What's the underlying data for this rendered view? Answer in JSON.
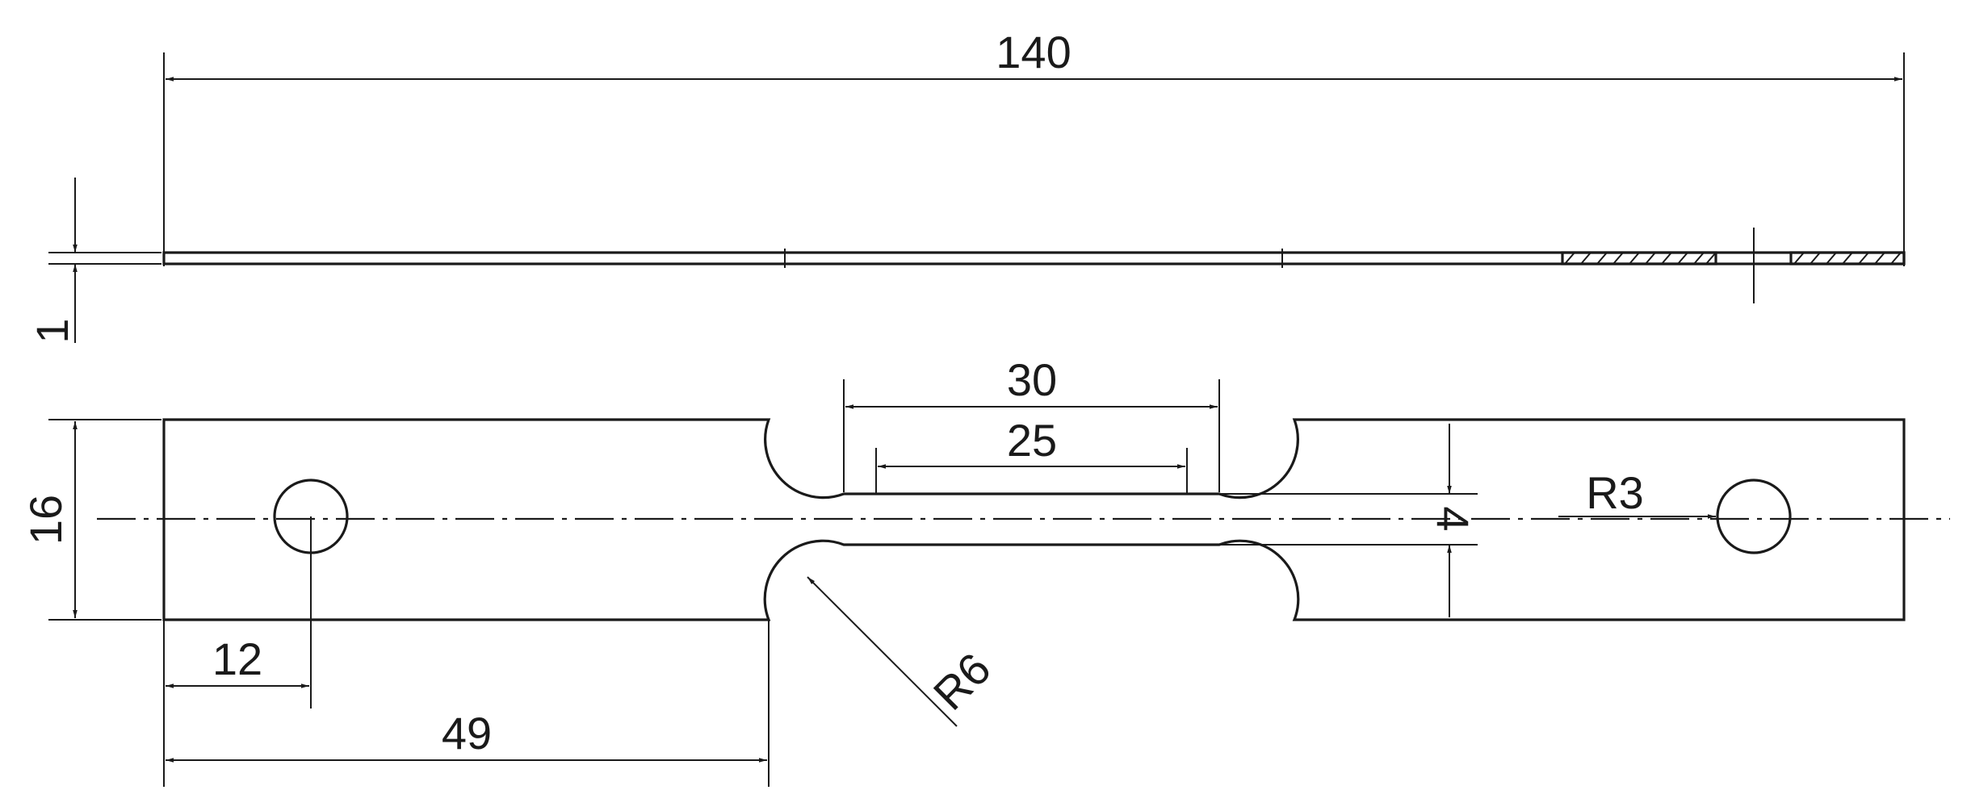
{
  "drawing": {
    "side_view": {
      "length_label": "140",
      "thickness_label": "1"
    },
    "top_view": {
      "width_label": "16",
      "gauge_outer_label": "30",
      "gauge_inner_label": "25",
      "gauge_width_label": "4",
      "hole_radius_label": "R3",
      "fillet_radius_label": "R6",
      "hole_offset_label": "12",
      "shoulder_length_label": "49"
    },
    "colors": {
      "line": "#1a1a1a",
      "background": "#ffffff"
    }
  }
}
